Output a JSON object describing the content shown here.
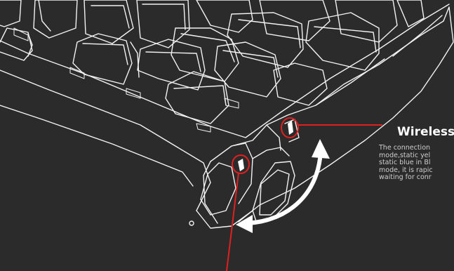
{
  "annotation": {
    "title": "Wireless",
    "description_lines": [
      "The connection",
      "mode,static yel",
      "static blue in Bl",
      "mode, it is rapic",
      "waiting for conr"
    ]
  },
  "colors": {
    "background": "#2b2b2b",
    "line_art": "#f2f2f2",
    "callout": "#e02020",
    "arrow": "#ffffff"
  },
  "icons": {
    "switch_arrow": "curved-double-arrow-icon",
    "indicators": "led-indicator-icon"
  }
}
